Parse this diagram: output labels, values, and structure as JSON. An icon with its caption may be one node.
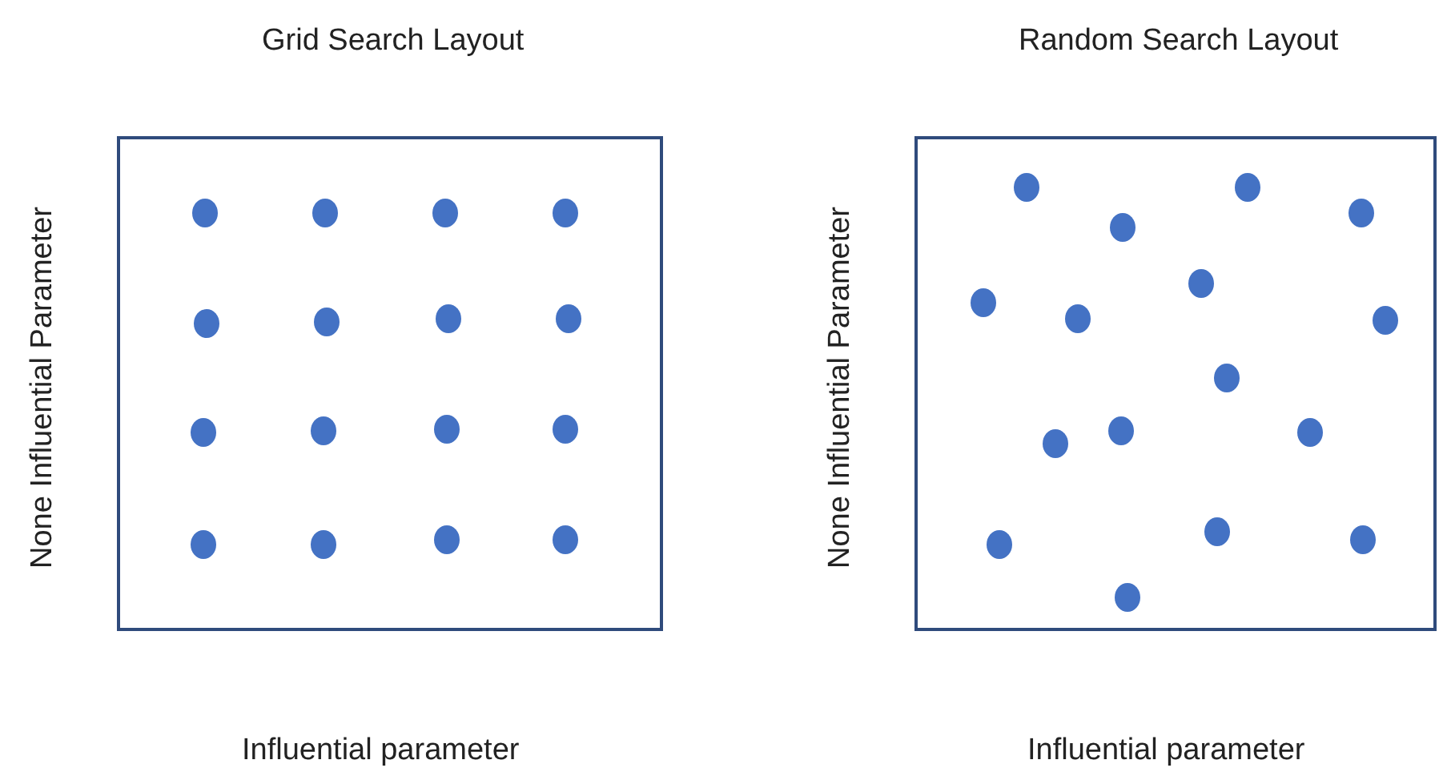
{
  "diagram": {
    "nodes": [
      {
        "text": [
          "Grid Search Layout",
          "None Influential Parameter",
          "Influential parameter"
        ]
      },
      {
        "text": [
          "Random Search Layout",
          "None Influential Parameter",
          "Influential parameter"
        ]
      }
    ]
  }
}
